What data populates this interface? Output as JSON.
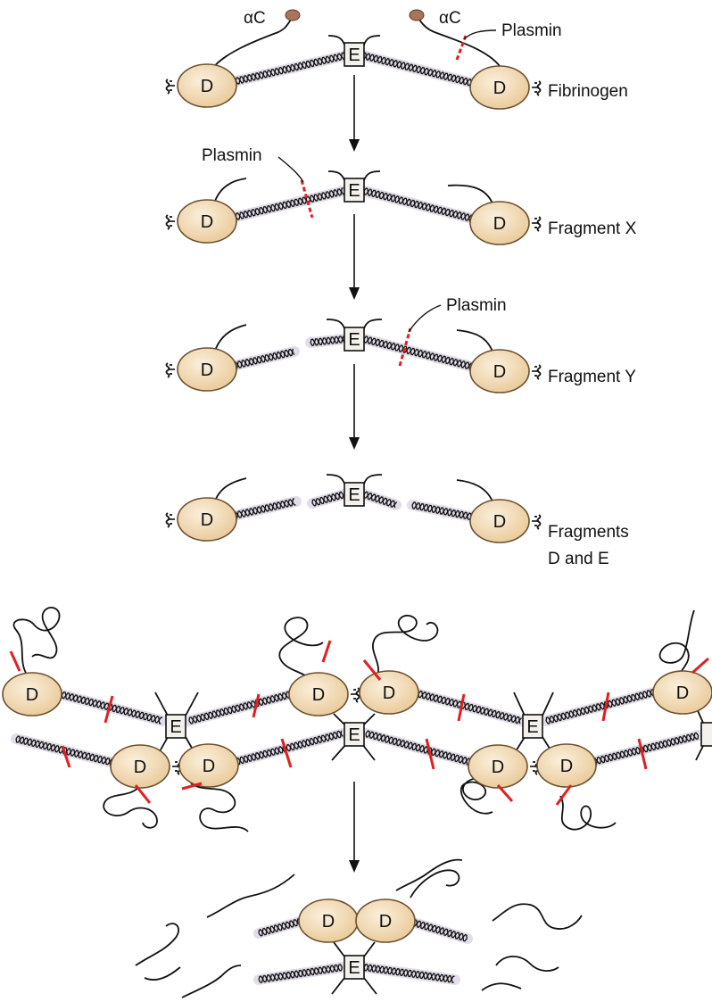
{
  "labels": {
    "alpha_c_left": "αC",
    "alpha_c_right": "αC",
    "plasmin_1": "Plasmin",
    "plasmin_2": "Plasmin",
    "plasmin_3": "Plasmin",
    "fibrinogen": "Fibrinogen",
    "fragment_x": "Fragment X",
    "fragment_y": "Fragment Y",
    "fragments_line1": "Fragments",
    "fragments_line2": "D and E"
  },
  "domain_letters": {
    "d": "D",
    "e": "E"
  },
  "colors": {
    "d_domain_fill": "#f2d9b0",
    "d_domain_edge": "#6b5030",
    "alpha_c_knob": "#a8745a",
    "cut_mark": "#e02020",
    "coil_shadow": "#cfc8dc",
    "line": "#111111"
  }
}
